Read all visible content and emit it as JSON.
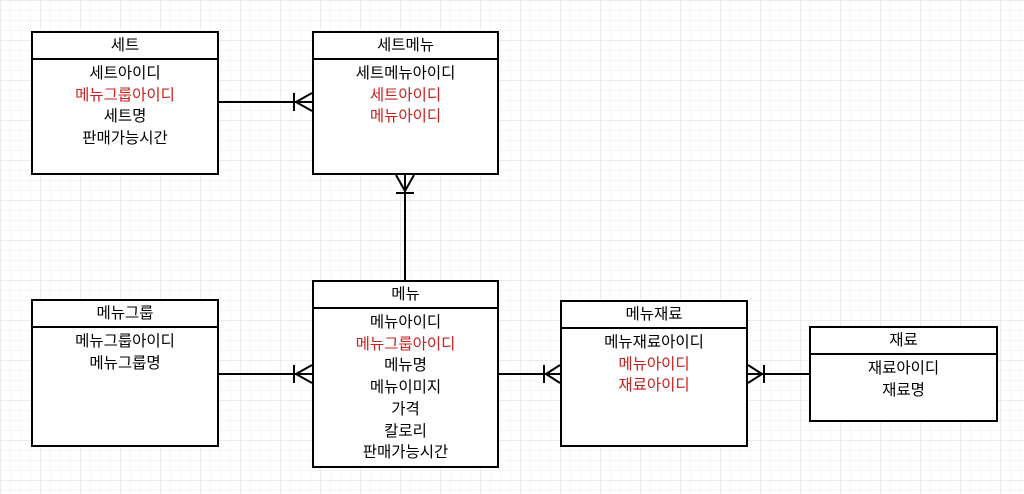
{
  "entities": {
    "set": {
      "name": "세트",
      "attributes": [
        {
          "label": "세트아이디",
          "foreign_key": false
        },
        {
          "label": "메뉴그룹아이디",
          "foreign_key": true
        },
        {
          "label": "세트명",
          "foreign_key": false
        },
        {
          "label": "판매가능시간",
          "foreign_key": false
        }
      ]
    },
    "set_menu": {
      "name": "세트메뉴",
      "attributes": [
        {
          "label": "세트메뉴아이디",
          "foreign_key": false
        },
        {
          "label": "세트아이디",
          "foreign_key": true
        },
        {
          "label": "메뉴아이디",
          "foreign_key": true
        }
      ]
    },
    "menu_group": {
      "name": "메뉴그룹",
      "attributes": [
        {
          "label": "메뉴그룹아이디",
          "foreign_key": false
        },
        {
          "label": "메뉴그룹명",
          "foreign_key": false
        }
      ]
    },
    "menu": {
      "name": "메뉴",
      "attributes": [
        {
          "label": "메뉴아이디",
          "foreign_key": false
        },
        {
          "label": "메뉴그룹아이디",
          "foreign_key": true
        },
        {
          "label": "메뉴명",
          "foreign_key": false
        },
        {
          "label": "메뉴이미지",
          "foreign_key": false
        },
        {
          "label": "가격",
          "foreign_key": false
        },
        {
          "label": "칼로리",
          "foreign_key": false
        },
        {
          "label": "판매가능시간",
          "foreign_key": false
        }
      ]
    },
    "menu_ingredient": {
      "name": "메뉴재료",
      "attributes": [
        {
          "label": "메뉴재료아이디",
          "foreign_key": false
        },
        {
          "label": "메뉴아이디",
          "foreign_key": true
        },
        {
          "label": "재료아이디",
          "foreign_key": true
        }
      ]
    },
    "ingredient": {
      "name": "재료",
      "attributes": [
        {
          "label": "재료아이디",
          "foreign_key": false
        },
        {
          "label": "재료명",
          "foreign_key": false
        }
      ]
    }
  },
  "relationships": [
    {
      "from": "set",
      "to": "set_menu",
      "from_cardinality": "one",
      "to_cardinality": "many"
    },
    {
      "from": "menu",
      "to": "set_menu",
      "from_cardinality": "one",
      "to_cardinality": "many"
    },
    {
      "from": "menu_group",
      "to": "menu",
      "from_cardinality": "one",
      "to_cardinality": "many"
    },
    {
      "from": "menu",
      "to": "menu_ingredient",
      "from_cardinality": "one",
      "to_cardinality": "many"
    },
    {
      "from": "ingredient",
      "to": "menu_ingredient",
      "from_cardinality": "one",
      "to_cardinality": "many"
    }
  ],
  "colors": {
    "foreign_key_text": "#c8201f",
    "border": "#000000",
    "grid": "#ebebeb"
  }
}
